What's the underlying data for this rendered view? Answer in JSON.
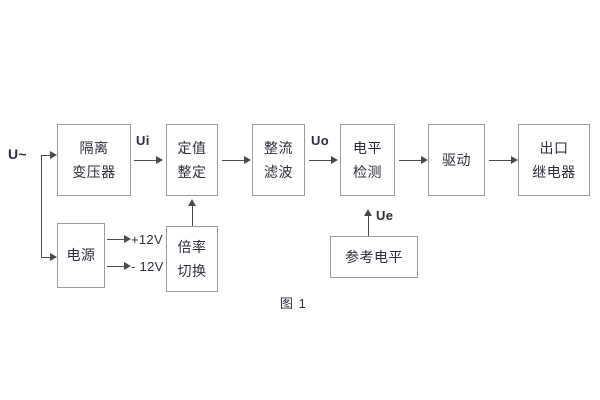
{
  "figure": {
    "caption": "图 1",
    "background_color": "#ffffff",
    "box_border_color": "#9a9a9a",
    "text_color": "#2b2f3a",
    "wire_color": "#4a4a4a"
  },
  "blocks": [
    {
      "id": "isolation-transformer",
      "line1": "隔离",
      "line2": "变压器"
    },
    {
      "id": "setting-value",
      "line1": "定值",
      "line2": "整定"
    },
    {
      "id": "rectifier-filter",
      "line1": "整流",
      "line2": "滤波"
    },
    {
      "id": "level-detection",
      "line1": "电平",
      "line2": "检测"
    },
    {
      "id": "driver",
      "line1": "驱动",
      "line2": ""
    },
    {
      "id": "output-relay",
      "line1": "出口",
      "line2": "继电器"
    },
    {
      "id": "power-supply",
      "line1": "电源",
      "line2": ""
    },
    {
      "id": "ratio-switch",
      "line1": "倍率",
      "line2": "切换"
    },
    {
      "id": "reference-level",
      "line1": "参考电平",
      "line2": ""
    }
  ],
  "signals": {
    "input": "U~",
    "ui": "Ui",
    "uo": "Uo",
    "ue": "Ue",
    "rail_positive": "+12V",
    "rail_negative": "- 12V"
  }
}
